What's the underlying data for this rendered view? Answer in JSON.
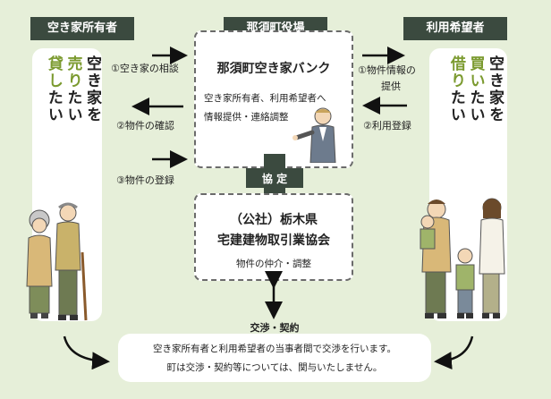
{
  "headers": {
    "owner": "空き家所有者",
    "office": "那須町役場",
    "user": "利用希望者"
  },
  "owner_panel": {
    "line1": "空き家を",
    "line2_accent": "売り",
    "line2_rest": "たい",
    "line3_accent": "貸し",
    "line3_rest": "たい"
  },
  "user_panel": {
    "line1": "空き家を",
    "line2_accent": "買い",
    "line2_rest": "たい",
    "line3_accent": "借り",
    "line3_rest": "たい"
  },
  "office_box": {
    "title": "那須町空き家バンク",
    "desc1": "空き家所有者、利用希望者へ",
    "desc2": "情報提供・連絡調整"
  },
  "agreement_label": "協 定",
  "association_box": {
    "title1": "（公社）栃木県",
    "title2": "宅建建物取引業協会",
    "desc": "物件の仲介・調整"
  },
  "flows_left": {
    "step1": "①空き家の相談",
    "step2": "②物件の確認",
    "step3": "③物件の登録"
  },
  "flows_right": {
    "step1_line1": "①物件情報の",
    "step1_line2": "提供",
    "step2": "②利用登録"
  },
  "negotiation_label": "交渉・契約",
  "bottom_note": {
    "line1": "空き家所有者と利用希望者の当事者間で交渉を行います。",
    "line2": "町は交渉・契約等については、関与いたしません。"
  },
  "colors": {
    "background": "#e6efd9",
    "header": "#3b4a3f",
    "accent": "#7b9a2f"
  }
}
